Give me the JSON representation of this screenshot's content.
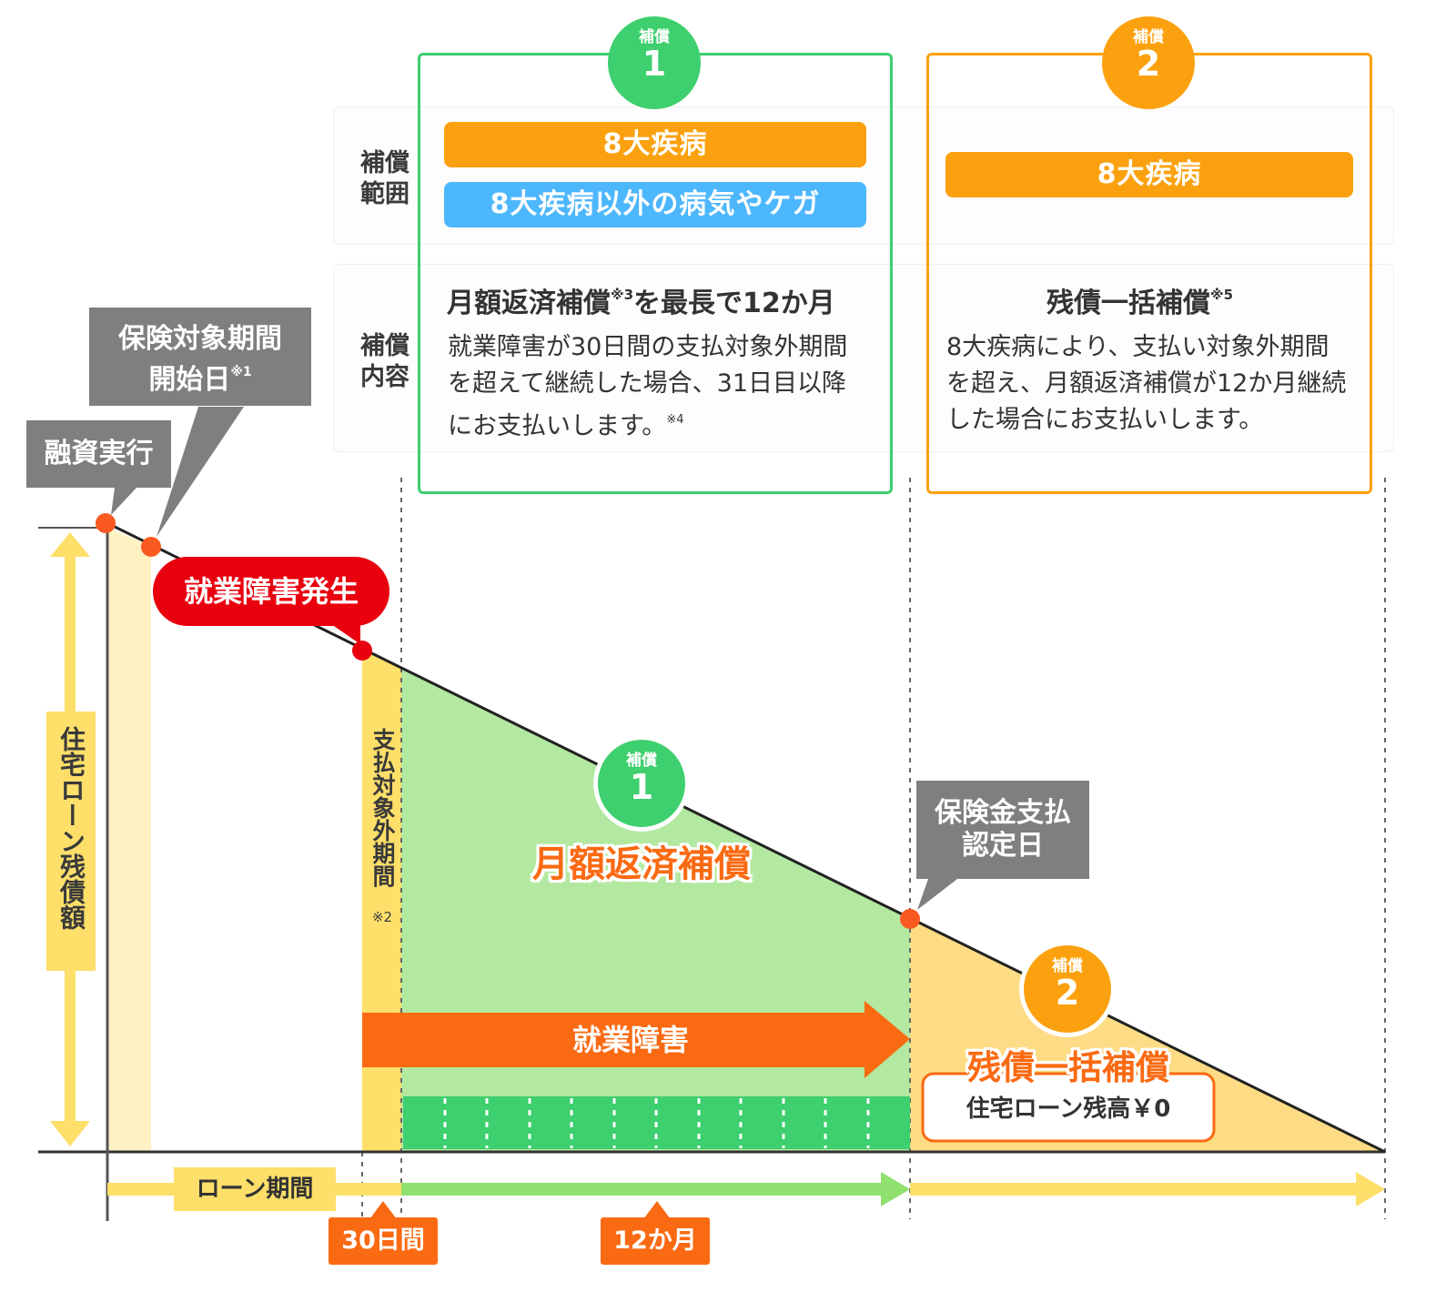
{
  "badges": {
    "comp1": {
      "label": "補償",
      "number": "1"
    },
    "comp2": {
      "label": "補償",
      "number": "2"
    }
  },
  "table": {
    "row_scope_label": "補償\n範囲",
    "row_content_label": "補償\n内容",
    "col1": {
      "bar_orange": "8大疾病",
      "bar_blue": "8大疾病以外の病気やケガ",
      "title_main": "月額返済補償",
      "title_note": "※3",
      "title_tail": "を最長で12か月",
      "body": "就業障害が30日間の支払対象外期間を超えて継続した場合、31日目以降にお支払いします。",
      "body_note": "※4"
    },
    "col2": {
      "bar_orange": "8大疾病",
      "title_main": "残債一括補償",
      "title_note": "※5",
      "body": "8大疾病により、支払い対象外期間を超え、月額返済補償が12か月継続した場合にお支払いします。"
    }
  },
  "callouts": {
    "loan_execution": "融資実行",
    "coverage_start_main": "保険対象期間\n開始日",
    "coverage_start_note": "※1",
    "disability_occurrence": "就業障害発生",
    "payment_cert": "保険金支払\n認定日"
  },
  "chart": {
    "y_axis_label": "住宅ローン残債額",
    "non_payment_period": "支払対象外期間",
    "non_payment_note": "※2",
    "monthly_comp_label": "月額返済補償",
    "disability_arrow": "就業障害",
    "lump_sum_label": "残債一括補償",
    "balance_zero": "住宅ローン残高￥0",
    "loan_period": "ローン期間",
    "days_30": "30日間",
    "months_12": "12か月"
  },
  "colors": {
    "green": "#3ecf6e",
    "orange": "#fba10f",
    "blue": "#4db7fd",
    "red": "#e8000e",
    "dark_orange": "#fa6a12",
    "grey": "#7f7f7f",
    "yellow": "#fddf69",
    "light_green_fill": "#b3e8a0"
  }
}
